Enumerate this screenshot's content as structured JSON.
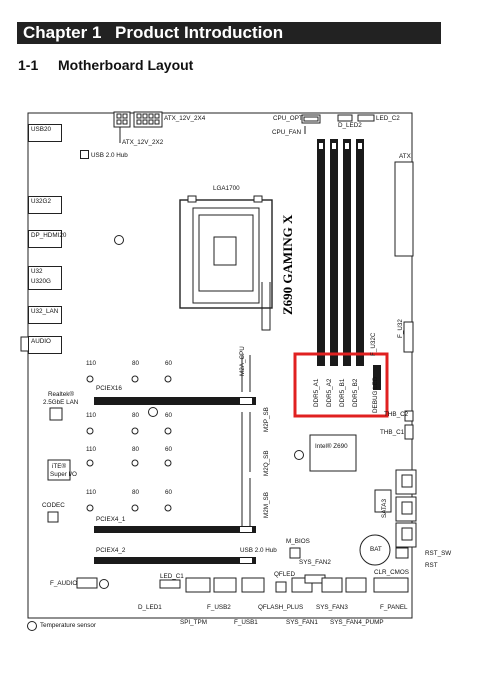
{
  "header": {
    "chapter": "Chapter 1",
    "title": "Product Introduction"
  },
  "section": {
    "number": "1-1",
    "title": "Motherboard Layout"
  },
  "board": {
    "model": "Z690 GAMING X",
    "labels": {
      "atx_12v_2x4": "ATX_12V_2X4",
      "atx_12v_2x2": "ATX_12V_2X2",
      "cpu_opt": "CPU_OPT",
      "led_c2": "LED_C2",
      "d_led2": "D_LED2",
      "cpu_fan": "CPU_FAN",
      "usb20": "USB20",
      "usb20_hub": "USB 2.0 Hub",
      "lga1700": "LGA1700",
      "atx": "ATX",
      "u32g2": "U32G2",
      "dp_hdmi20": "DP_HDMI20",
      "u32_u320g_1": "U32",
      "u32_u320g_2": "U320G",
      "u32_lan": "U32_LAN",
      "audio": "AUDIO",
      "f_u32": "F_U32",
      "f_u32c": "F_U32C",
      "m2a_cpu": "M2A_CPU",
      "ddr5_a1": "DDR5_A1",
      "ddr5_a2": "DDR5_A2",
      "ddr5_b1": "DDR5_B1",
      "ddr5_b2": "DDR5_B2",
      "debug_led": "DEBUG LED",
      "realtek_1": "Realtek®",
      "realtek_2": "2.5GbE LAN",
      "pciex16": "PCIEX16",
      "m2p_sb": "M2P_SB",
      "thb_c2": "THB_C2",
      "thb_c1": "THB_C1",
      "intel_z690": "Intel® Z690",
      "m2q_sb": "M2Q_SB",
      "ite_1": "iTE®",
      "ite_2": "Super I/O",
      "m2m_sb": "M2M_SB",
      "codec": "CODEC",
      "sata3": "SATA3",
      "pciex4_1": "PCIEX4_1",
      "pciex4_2": "PCIEX4_2",
      "m_bios": "M_BIOS",
      "usb20_hub_b": "USB 2.0 Hub",
      "bat": "BAT",
      "rst_sw": "RST_SW",
      "rst": "RST",
      "sys_fan2": "SYS_FAN2",
      "clr_cmos": "CLR_CMOS",
      "qfled": "QFLED",
      "led_c1": "LED_C1",
      "f_audio": "F_AUDIO",
      "d_led1": "D_LED1",
      "f_usb2": "F_USB2",
      "qflash_plus": "QFLASH_PLUS",
      "sys_fan3": "SYS_FAN3",
      "f_panel": "F_PANEL",
      "spi_tpm": "SPI_TPM",
      "f_usb1": "F_USB1",
      "sys_fan1": "SYS_FAN1",
      "sys_fan4_pump": "SYS_FAN4_PUMP",
      "temp_sensor": "Temperature sensor"
    },
    "m2_sizes": [
      "110",
      "80",
      "60"
    ],
    "colors": {
      "header_bg": "#222222",
      "highlight": "#e02020",
      "slot": "#1a1a1a"
    }
  }
}
